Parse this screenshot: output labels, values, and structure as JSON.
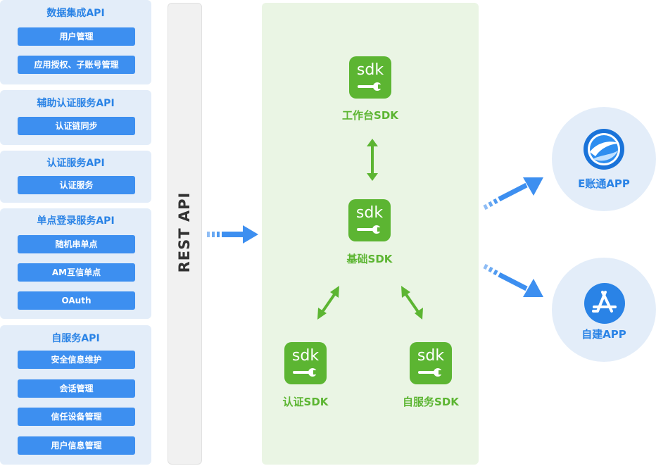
{
  "api_groups": [
    {
      "title": "数据集成API",
      "items": [
        "用户管理",
        "应用授权、子账号管理"
      ]
    },
    {
      "title": "辅助认证服务API",
      "items": [
        "认证链同步"
      ]
    },
    {
      "title": "认证服务API",
      "items": [
        "认证服务"
      ]
    },
    {
      "title": "单点登录服务API",
      "items": [
        "随机串单点",
        "AM互信单点",
        "OAuth"
      ]
    },
    {
      "title": "自服务API",
      "items": [
        "安全信息维护",
        "会话管理",
        "信任设备管理",
        "用户信息管理"
      ]
    }
  ],
  "rest_api_label": "REST API",
  "sdk_icon_text": "sdk",
  "sdks": {
    "workbench": "工作台SDK",
    "base": "基础SDK",
    "auth": "认证SDK",
    "self_service": "自服务SDK"
  },
  "apps": {
    "e_account": "E账通APP",
    "custom": "自建APP"
  },
  "colors": {
    "api_bg": "#e3edf9",
    "api_button": "#3d8ff0",
    "api_title": "#2a83e6",
    "sdk_green": "#5cb532",
    "sdk_panel": "#eaf5e4",
    "arrow_blue": "#3d8ff0",
    "arrow_green": "#5cb532"
  },
  "icons": [
    "wrench-icon",
    "e-account-logo-icon",
    "app-store-icon",
    "double-arrow-icon",
    "flow-arrow-icon"
  ]
}
